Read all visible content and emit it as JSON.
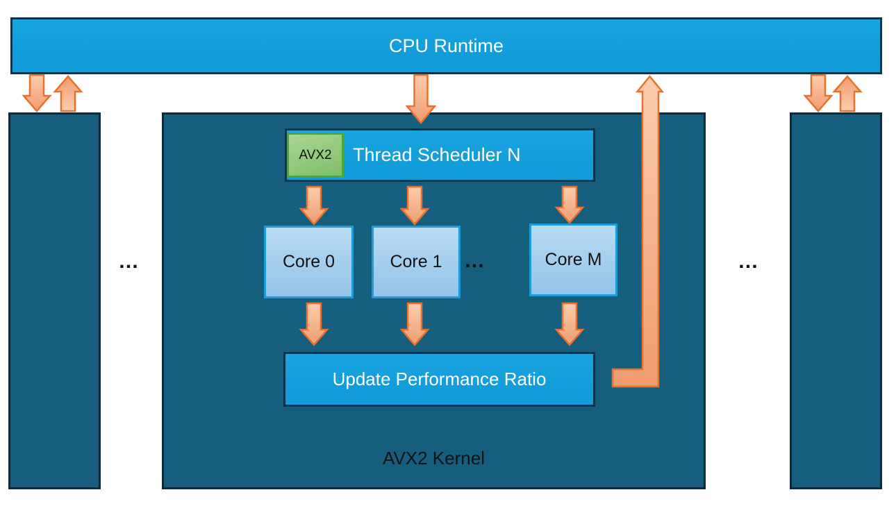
{
  "diagram": {
    "cpu_runtime": {
      "label": "CPU Runtime"
    },
    "left_column_ellipsis": "…",
    "right_column_ellipsis": "…",
    "kernel": {
      "label": "AVX2 Kernel",
      "scheduler": {
        "tag": "AVX2",
        "label": "Thread Scheduler N"
      },
      "cores": [
        {
          "label": "Core 0"
        },
        {
          "label": "Core 1"
        },
        {
          "label": "Core M"
        }
      ],
      "cores_ellipsis": "…",
      "update": {
        "label": "Update Performance Ratio"
      }
    },
    "colors": {
      "accent-blue": "#119bd8",
      "accent-blue-light": "#1aa4e0",
      "dark-teal": "#165e7e",
      "navy-border": "#0c3349",
      "teal-border": "#0d2b3d",
      "core-blue": "#93c4e9",
      "core-blue-light": "#b9daf2",
      "core-border": "#1e9cd9",
      "green-fill": "#7fbf6a",
      "green-fill-light": "#a9d694",
      "green-border": "#4ea72e",
      "arrow-border": "#e8712f",
      "arrow-fill-light": "#fbcdae",
      "arrow-fill-dark": "#f09c6d",
      "text-light": "#ffffff",
      "text-dark": "#111111"
    }
  }
}
